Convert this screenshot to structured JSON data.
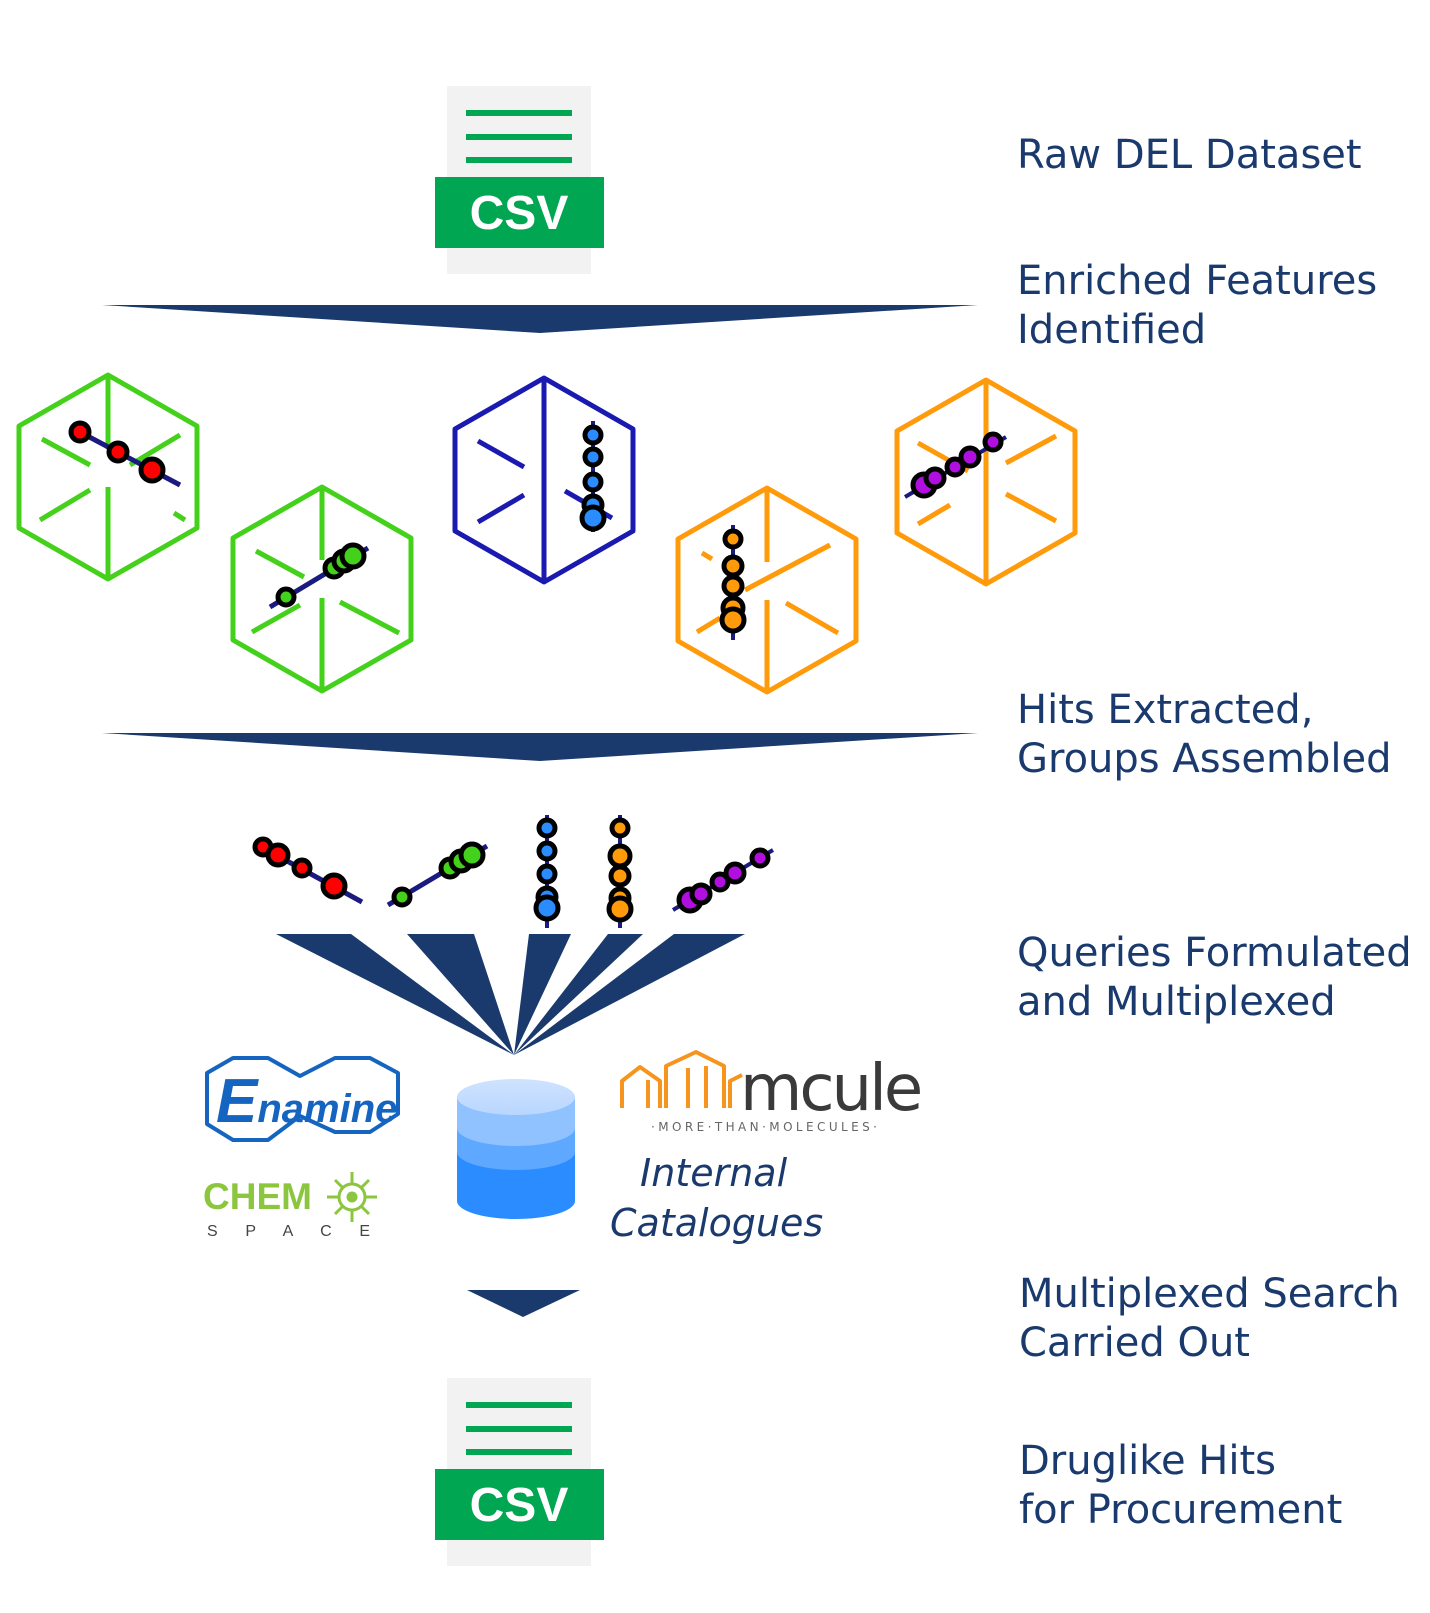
{
  "steps": [
    {
      "id": "raw-del-dataset",
      "lines": [
        "Raw DEL Dataset"
      ]
    },
    {
      "id": "enriched-features",
      "lines": [
        "Enriched Features",
        "Identified"
      ]
    },
    {
      "id": "hits-extracted",
      "lines": [
        "Hits Extracted,",
        "Groups Assembled"
      ]
    },
    {
      "id": "queries-formulated",
      "lines": [
        "Queries Formulated",
        "and Multiplexed"
      ]
    },
    {
      "id": "multiplexed-search",
      "lines": [
        "Multiplexed Search",
        "Carried Out"
      ]
    },
    {
      "id": "druglike-hits",
      "lines": [
        "Druglike Hits",
        "for Procurement"
      ]
    }
  ],
  "csv_file": {
    "label": "CSV"
  },
  "catalogues": {
    "enamine": {
      "first": "E",
      "rest": "namine"
    },
    "chemspace": {
      "top": "CHEM",
      "bottom": "S P A C E"
    },
    "mcule": {
      "name": "mcule",
      "tagline": "·MORE·THAN·MOLECULES·"
    },
    "internal": {
      "lines": [
        "Internal",
        "Catalogues"
      ]
    }
  },
  "colors": {
    "navy": "#1a3a6e",
    "csv_green": "#00a651",
    "cube_green": "#44d11b",
    "cube_blue": "#1a1ab0",
    "cube_orange": "#ff9a0a",
    "enamine_blue": "#1565c0",
    "chemspace_green": "#8cc63f",
    "mcule_orange": "#f7941d",
    "database_blue": "#2b8cff"
  },
  "icons": [
    "csv-file-icon",
    "cube-icon",
    "molecule-icon",
    "funnel-arrow-icon",
    "database-icon"
  ]
}
